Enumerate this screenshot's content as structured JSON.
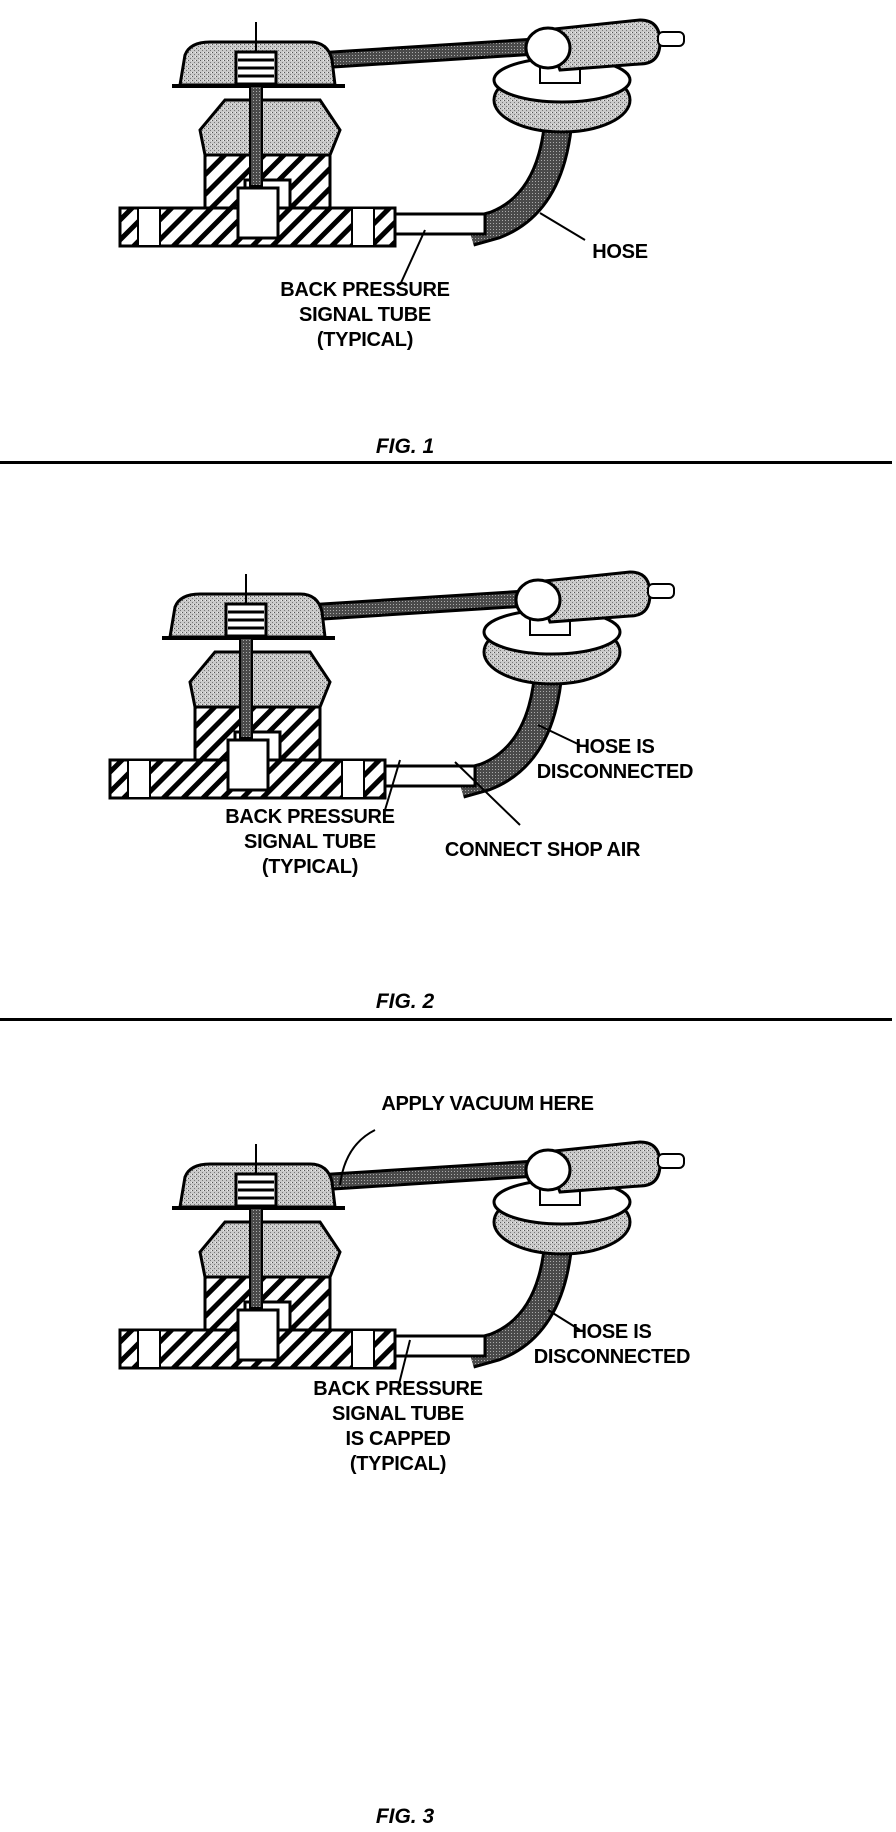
{
  "figures": [
    {
      "caption": "FIG. 1",
      "labels": {
        "hose": "HOSE",
        "tube": [
          "BACK PRESSURE",
          "SIGNAL TUBE",
          "(TYPICAL)"
        ]
      }
    },
    {
      "caption": "FIG. 2",
      "labels": {
        "hose": [
          "HOSE IS",
          "DISCONNECTED"
        ],
        "tube": [
          "BACK PRESSURE",
          "SIGNAL TUBE",
          "(TYPICAL)"
        ],
        "air": "CONNECT SHOP AIR"
      }
    },
    {
      "caption": "FIG. 3",
      "labels": {
        "vacuum": "APPLY VACUUM HERE",
        "hose": [
          "HOSE IS",
          "DISCONNECTED"
        ],
        "tube": [
          "BACK PRESSURE",
          "SIGNAL TUBE",
          "IS CAPPED",
          "(TYPICAL)"
        ]
      }
    }
  ]
}
